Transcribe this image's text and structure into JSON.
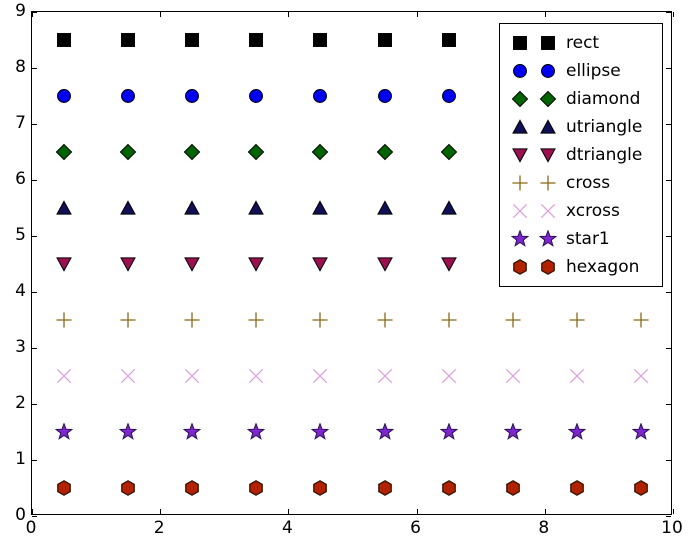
{
  "chart_data": {
    "type": "scatter",
    "title": "",
    "xlabel": "",
    "ylabel": "",
    "xlim": [
      0,
      10
    ],
    "ylim": [
      0,
      9
    ],
    "xticks": [
      0,
      2,
      4,
      6,
      8,
      10
    ],
    "yticks": [
      0,
      1,
      2,
      3,
      4,
      5,
      6,
      7,
      8,
      9
    ],
    "xticklabels": [
      "0",
      "2",
      "4",
      "6",
      "8",
      "10"
    ],
    "yticklabels": [
      "0",
      "1",
      "2",
      "3",
      "4",
      "5",
      "6",
      "7",
      "8",
      "9"
    ],
    "grid": false,
    "legend_position": "upper right",
    "x": [
      0.5,
      1.5,
      2.5,
      3.5,
      4.5,
      5.5,
      6.5,
      7.5,
      8.5,
      9.5
    ],
    "series": [
      {
        "name": "rect",
        "marker": "square",
        "face_color": "#000000",
        "edge_color": "#000000",
        "y_value": 8.5,
        "values": [
          8.5,
          8.5,
          8.5,
          8.5,
          8.5,
          8.5,
          8.5,
          8.5,
          8.5,
          8.5
        ]
      },
      {
        "name": "ellipse",
        "marker": "circle",
        "face_color": "#0000ee",
        "edge_color": "#000000",
        "y_value": 7.5,
        "values": [
          7.5,
          7.5,
          7.5,
          7.5,
          7.5,
          7.5,
          7.5,
          7.5,
          7.5,
          7.5
        ]
      },
      {
        "name": "diamond",
        "marker": "diamond",
        "face_color": "#006400",
        "edge_color": "#000000",
        "y_value": 6.5,
        "values": [
          6.5,
          6.5,
          6.5,
          6.5,
          6.5,
          6.5,
          6.5,
          6.5,
          6.5,
          6.5
        ]
      },
      {
        "name": "utriangle",
        "marker": "triangle-up",
        "face_color": "#101057",
        "edge_color": "#000000",
        "y_value": 5.5,
        "values": [
          5.5,
          5.5,
          5.5,
          5.5,
          5.5,
          5.5,
          5.5,
          5.5,
          5.5,
          5.5
        ]
      },
      {
        "name": "dtriangle",
        "marker": "triangle-down",
        "face_color": "#9c1martin",
        "face_color_hex": "#9c1050",
        "edge_color": "#000000",
        "y_value": 4.5,
        "values": [
          4.5,
          4.5,
          4.5,
          4.5,
          4.5,
          4.5,
          4.5,
          4.5,
          4.5,
          4.5
        ]
      },
      {
        "name": "cross",
        "marker": "plus",
        "face_color": "#8b6914",
        "edge_color": "#8b6914",
        "y_value": 3.5,
        "values": [
          3.5,
          3.5,
          3.5,
          3.5,
          3.5,
          3.5,
          3.5,
          3.5,
          3.5,
          3.5
        ]
      },
      {
        "name": "xcross",
        "marker": "x",
        "face_color": "#dda0dd",
        "edge_color": "#dda0dd",
        "y_value": 2.5,
        "values": [
          2.5,
          2.5,
          2.5,
          2.5,
          2.5,
          2.5,
          2.5,
          2.5,
          2.5,
          2.5
        ]
      },
      {
        "name": "star1",
        "marker": "star",
        "face_color": "#7d26cd",
        "edge_color": "#2f0f57",
        "y_value": 1.5,
        "values": [
          1.5,
          1.5,
          1.5,
          1.5,
          1.5,
          1.5,
          1.5,
          1.5,
          1.5,
          1.5
        ]
      },
      {
        "name": "hexagon",
        "marker": "hexagon",
        "face_color": "#b22200",
        "edge_color": "#2a1000",
        "y_value": 0.5,
        "values": [
          0.5,
          0.5,
          0.5,
          0.5,
          0.5,
          0.5,
          0.5,
          0.5,
          0.5,
          0.5
        ]
      }
    ],
    "legend_entries": [
      "rect",
      "ellipse",
      "diamond",
      "utriangle",
      "dtriangle",
      "cross",
      "xcross",
      "star1",
      "hexagon"
    ]
  }
}
